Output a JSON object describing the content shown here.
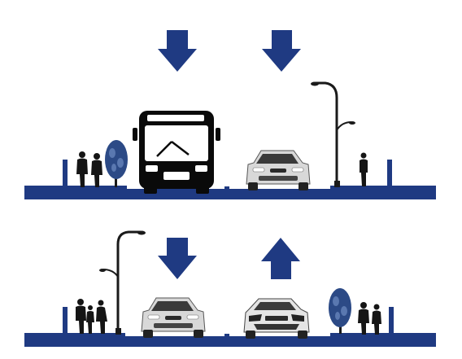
{
  "diagram": {
    "colors": {
      "road": "#1f3a82",
      "arrow": "#1f3a82",
      "bus": "#0a0a0a",
      "car_body": "#d8d8d8",
      "car_shadow": "#8a8a8a",
      "tree": "#2c4a86",
      "people": "#151515",
      "lamp": "#1a1a1a",
      "bollard": "#1f3a82"
    },
    "panels": [
      {
        "name": "upper-section",
        "arrows": [
          "down",
          "down"
        ],
        "lanes": [
          "bus",
          "car"
        ]
      },
      {
        "name": "lower-section",
        "arrows": [
          "down",
          "up"
        ],
        "lanes": [
          "car",
          "car"
        ]
      }
    ]
  }
}
